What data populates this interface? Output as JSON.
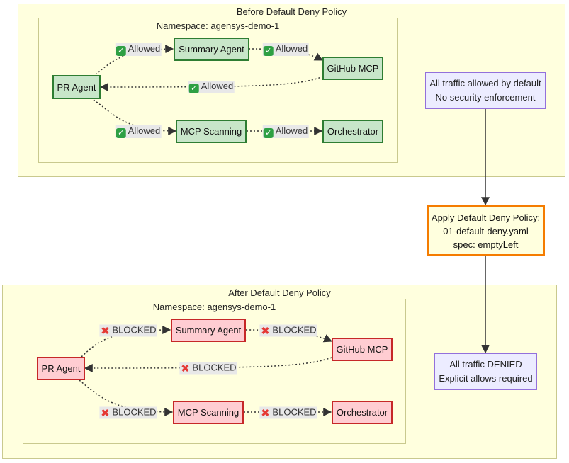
{
  "before": {
    "title": "Before Default Deny Policy",
    "namespace": "Namespace: agensys-demo-1",
    "nodes": {
      "pr_agent": "PR Agent",
      "summary_agent": "Summary Agent",
      "github_mcp": "GitHub MCP",
      "mcp_scanning": "MCP Scanning",
      "orchestrator": "Orchestrator"
    },
    "edge_label": "Allowed",
    "edge_emoji": "check-mark-icon",
    "note": [
      "All traffic allowed by default",
      "No security enforcement"
    ]
  },
  "policy": {
    "lines": [
      "Apply Default Deny Policy:",
      "01-default-deny.yaml",
      "spec: emptyLeft"
    ]
  },
  "after": {
    "title": "After Default Deny Policy",
    "namespace": "Namespace: agensys-demo-1",
    "nodes": {
      "pr_agent": "PR Agent",
      "summary_agent": "Summary Agent",
      "github_mcp": "GitHub MCP",
      "mcp_scanning": "MCP Scanning",
      "orchestrator": "Orchestrator"
    },
    "edge_label": "BLOCKED",
    "edge_emoji": "cross-mark-icon",
    "note": [
      "All traffic DENIED",
      "Explicit allows required"
    ]
  },
  "colors": {
    "allowed_fill": "#c8e6c9",
    "allowed_stroke": "#2e7d32",
    "blocked_fill": "#ffcdd2",
    "blocked_stroke": "#c62828",
    "policy_stroke": "#f57c00",
    "note_fill": "#ececff"
  }
}
